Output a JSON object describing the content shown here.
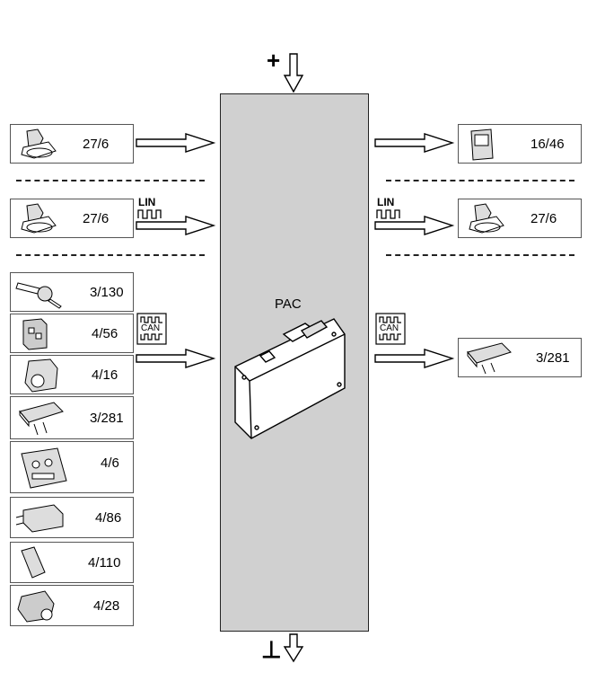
{
  "central_unit": {
    "label": "PAC"
  },
  "power": {
    "plus_symbol": "+",
    "ground_symbol": "⊥"
  },
  "protocols": {
    "lin": "LIN",
    "can": "CAN"
  },
  "left_inputs": [
    {
      "code": "27/6",
      "icon": "steering-column-switch-icon",
      "link": "direct"
    },
    {
      "code": "27/6",
      "icon": "steering-column-switch-icon",
      "link": "lin"
    },
    {
      "code": "3/130",
      "icon": "ignition-lock-icon",
      "link": "can"
    },
    {
      "code": "4/56",
      "icon": "control-module-icon",
      "link": "can"
    },
    {
      "code": "4/16",
      "icon": "sensor-module-icon",
      "link": "can"
    },
    {
      "code": "3/281",
      "icon": "module-card-icon",
      "link": "can"
    },
    {
      "code": "4/6",
      "icon": "control-panel-icon",
      "link": "can"
    },
    {
      "code": "4/86",
      "icon": "bracket-module-icon",
      "link": "can"
    },
    {
      "code": "4/110",
      "icon": "slim-module-icon",
      "link": "can"
    },
    {
      "code": "4/28",
      "icon": "actuator-icon",
      "link": "can"
    }
  ],
  "right_outputs": [
    {
      "code": "16/46",
      "icon": "display-unit-icon",
      "link": "direct"
    },
    {
      "code": "27/6",
      "icon": "steering-column-switch-icon",
      "link": "lin"
    },
    {
      "code": "3/281",
      "icon": "module-card-icon",
      "link": "can"
    }
  ]
}
